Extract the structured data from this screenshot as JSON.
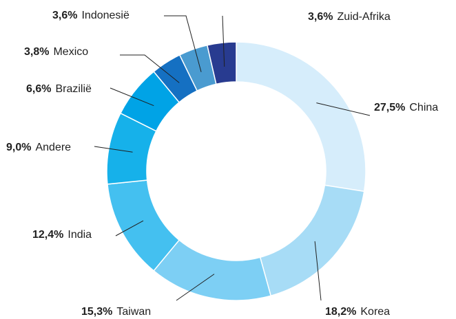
{
  "chart_data": {
    "type": "pie",
    "title": "",
    "legend": "none",
    "slices": [
      {
        "label": "China",
        "value": 27.5,
        "display": "27,5%",
        "color": "#d6edfb"
      },
      {
        "label": "Korea",
        "value": 18.2,
        "display": "18,2%",
        "color": "#a7dcf6"
      },
      {
        "label": "Taiwan",
        "value": 15.3,
        "display": "15,3%",
        "color": "#7dcff4"
      },
      {
        "label": "India",
        "value": 12.4,
        "display": "12,4%",
        "color": "#44c0f0"
      },
      {
        "label": "Andere",
        "value": 9.0,
        "display": "9,0%",
        "color": "#16b1ea"
      },
      {
        "label": "Brazilië",
        "value": 6.6,
        "display": "6,6%",
        "color": "#00a3e6"
      },
      {
        "label": "Mexico",
        "value": 3.8,
        "display": "3,8%",
        "color": "#1570c2"
      },
      {
        "label": "Indonesië",
        "value": 3.6,
        "display": "3,6%",
        "color": "#4a9bd0"
      },
      {
        "label": "Zuid-Afrika",
        "value": 3.6,
        "display": "3,6%",
        "color": "#283b90"
      }
    ]
  }
}
